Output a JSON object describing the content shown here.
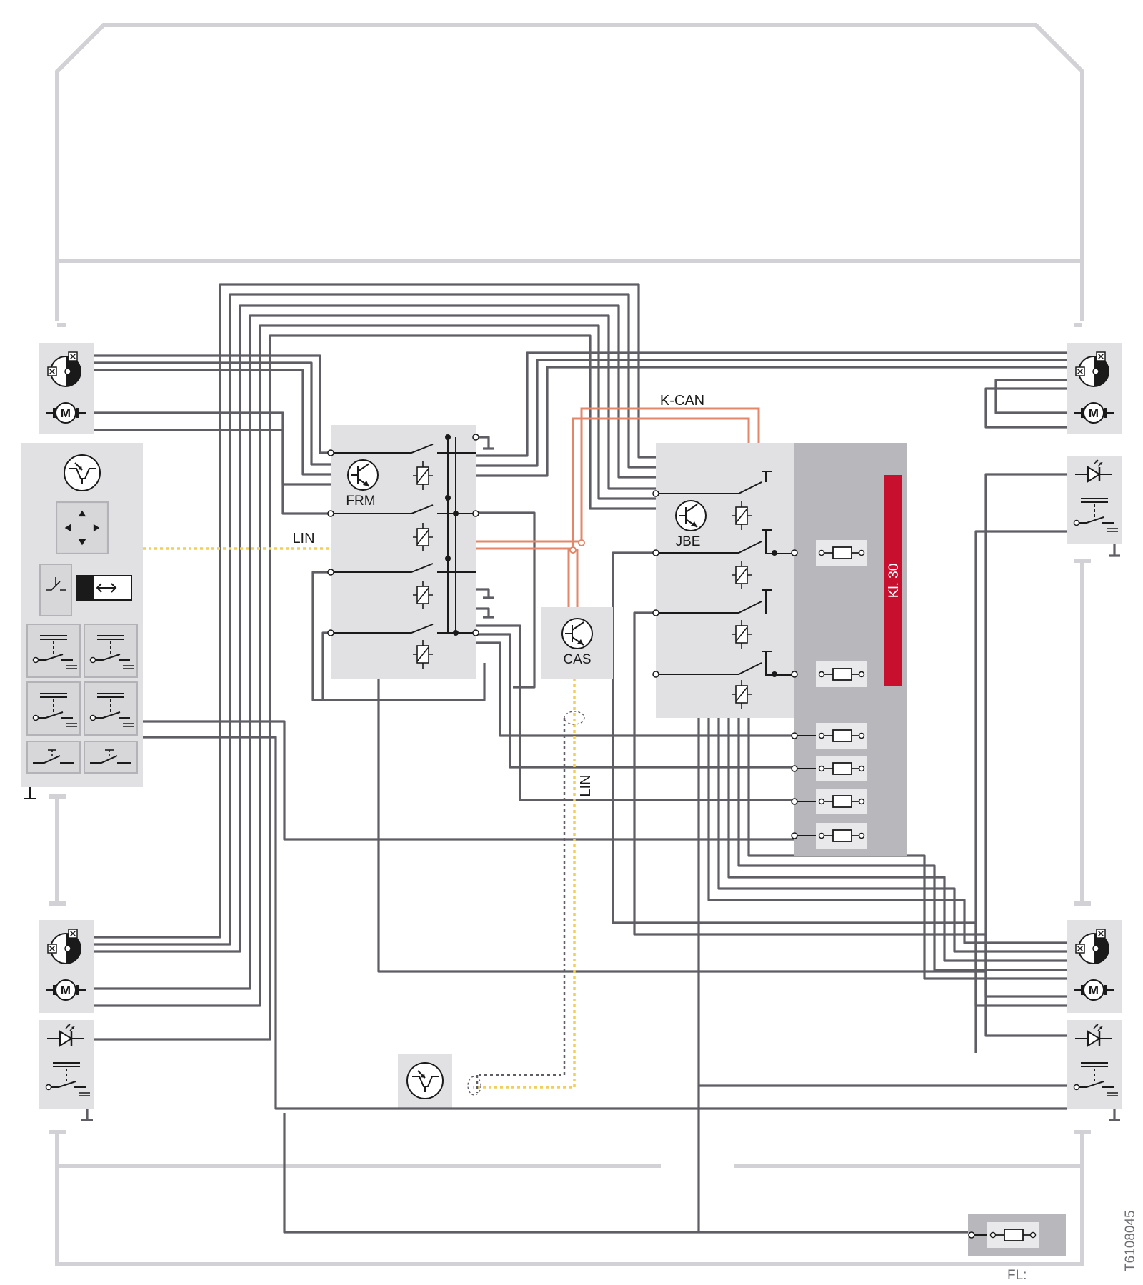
{
  "labels": {
    "k_can": "K-CAN",
    "lin_upper": "LIN",
    "lin_lower": "LIN",
    "frm": "FRM",
    "jbe": "JBE",
    "cas": "CAS",
    "kl30": "Kl. 30",
    "fl": "FL:",
    "ref_code": "T6108045"
  },
  "colors": {
    "wire": "#5e5e64",
    "body_outline": "#d2d2d6",
    "module_fill": "#e1e1e4",
    "module_dark": "#b8b8bc",
    "k_can_bus": "#e2876a",
    "lin_bus": "#f1cf5a",
    "kl30_bar": "#c8102e"
  },
  "icons": [
    "door-lock-actuator-icon",
    "motor-icon",
    "hall-sensor-icon",
    "direction-pad-icon",
    "switch-icon",
    "led-icon",
    "relay-icon",
    "transistor-icon",
    "fuse-icon"
  ]
}
